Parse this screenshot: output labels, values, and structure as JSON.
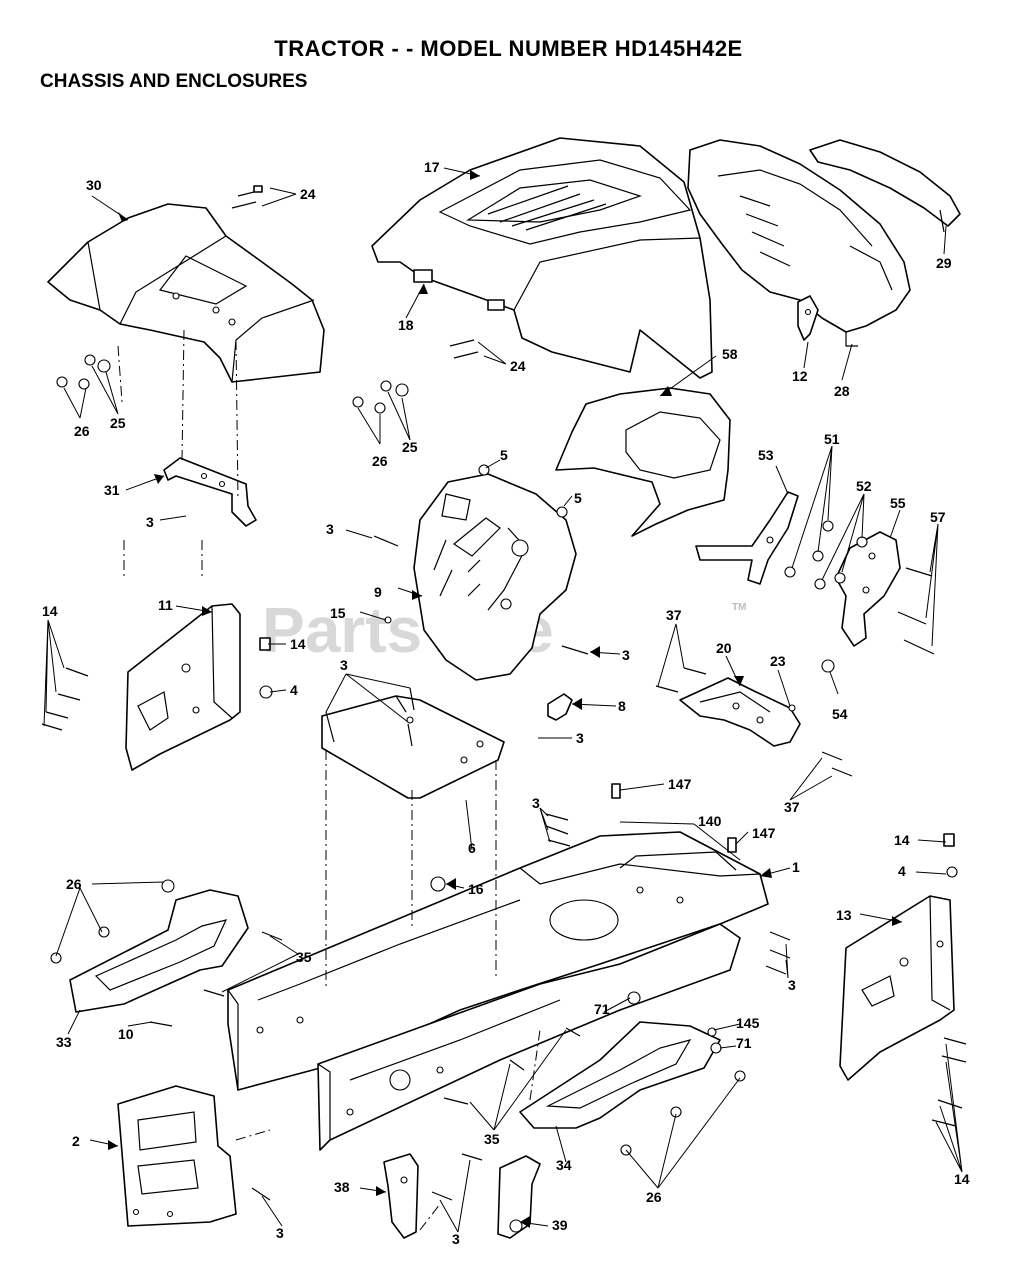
{
  "header": {
    "title": "TRACTOR - - MODEL NUMBER HD145H42E",
    "subtitle": "CHASSIS AND ENCLOSURES"
  },
  "watermark": {
    "text": "PartsTree",
    "tm": "TM"
  },
  "callouts": {
    "c1": "1",
    "c2": "2",
    "c3": "3",
    "c4": "4",
    "c5": "5",
    "c6": "6",
    "c8": "8",
    "c9": "9",
    "c10": "10",
    "c11": "11",
    "c12": "12",
    "c13": "13",
    "c14": "14",
    "c15": "15",
    "c16": "16",
    "c17": "17",
    "c18": "18",
    "c20": "20",
    "c23": "23",
    "c24": "24",
    "c25": "25",
    "c26": "26",
    "c28": "28",
    "c29": "29",
    "c30": "30",
    "c31": "31",
    "c33": "33",
    "c34": "34",
    "c35": "35",
    "c37": "37",
    "c38": "38",
    "c39": "39",
    "c51": "51",
    "c52": "52",
    "c53": "53",
    "c54": "54",
    "c55": "55",
    "c57": "57",
    "c58": "58",
    "c71": "71",
    "c140": "140",
    "c145": "145",
    "c147": "147"
  },
  "colors": {
    "line": "#000000",
    "background": "#ffffff",
    "watermark": "#d8d8d8"
  }
}
